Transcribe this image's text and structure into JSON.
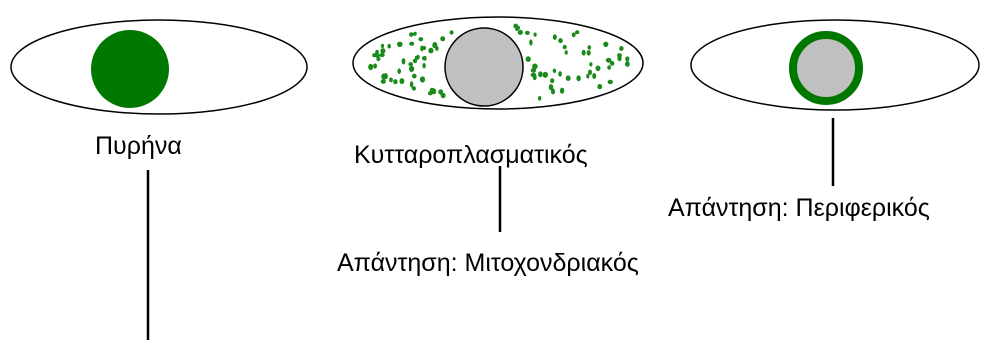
{
  "colors": {
    "outline": "#000000",
    "fill_green": "#007800",
    "nucleus_gray": "#c0c0c0",
    "dots_green": "#1a8a1a"
  },
  "panels": [
    {
      "label": "Πυρήνα",
      "pattern": "solid-green-nucleus"
    },
    {
      "label": "Κυτταροπλασματικός",
      "answer": "Απάντηση: Μιτοχονδριακός",
      "pattern": "speckled-cytoplasm-gray-nucleus"
    },
    {
      "answer": "Απάντηση: Περιφερικός",
      "pattern": "peripheral-ring-nucleus"
    }
  ]
}
